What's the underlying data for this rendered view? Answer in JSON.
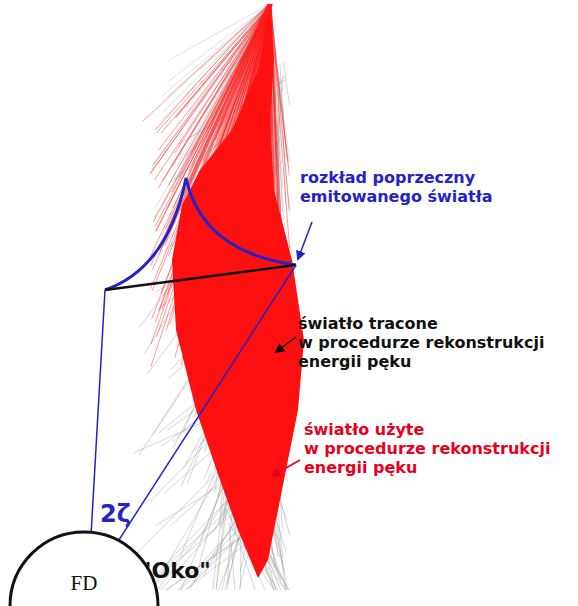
{
  "diagram": {
    "nodes": [
      {
        "text": [
          "FD"
        ]
      }
    ],
    "labels": [
      "rozkład poprzeczny emitowanego światła",
      "światło tracone w procedurze rekonstrukcji energii pęku",
      "światło użyte w procedurze rekonstrukcji energii pęku",
      "2ζ",
      "\"Oko\""
    ]
  }
}
